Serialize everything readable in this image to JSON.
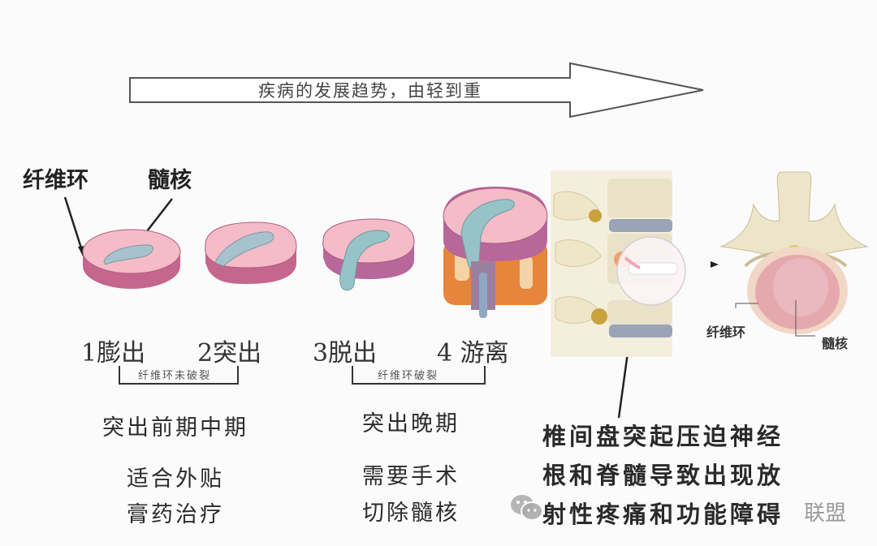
{
  "header": {
    "arrow_caption": "疾病的发展趋势，由轻到重"
  },
  "labels": {
    "annulus": "纤维环",
    "nucleus": "髓核"
  },
  "stages": [
    {
      "number": "1",
      "label": "膨出"
    },
    {
      "number": "2",
      "label": "突出"
    },
    {
      "number": "3",
      "label": "脱出"
    },
    {
      "number": "4",
      "label": "游离"
    }
  ],
  "brackets": [
    {
      "text": "纤维环未破裂"
    },
    {
      "text": "纤维环破裂"
    }
  ],
  "left_notes": {
    "phase": "突出前期中期",
    "treatment_line1": "适合外贴",
    "treatment_line2": "膏药治疗"
  },
  "middle_notes": {
    "phase": "突出晚期",
    "treatment_line1": "需要手术",
    "treatment_line2": "切除髓核"
  },
  "right_notes": {
    "line1": "椎间盘突起压迫神经",
    "line2": "根和脊髓导致出现放",
    "line3": "射性疼痛和功能障碍"
  },
  "vertebra_labels": {
    "annulus": "纤维环",
    "nucleus": "髓核"
  },
  "watermark": {
    "icon": "wechat-icon",
    "text": "联盟"
  },
  "colors": {
    "disc_top": "#f2b9c4",
    "disc_side": "#c9648f",
    "nucleus": "#a9c4cf",
    "bone": "#ece3c4",
    "vertebral_body": "#e58a3a"
  }
}
